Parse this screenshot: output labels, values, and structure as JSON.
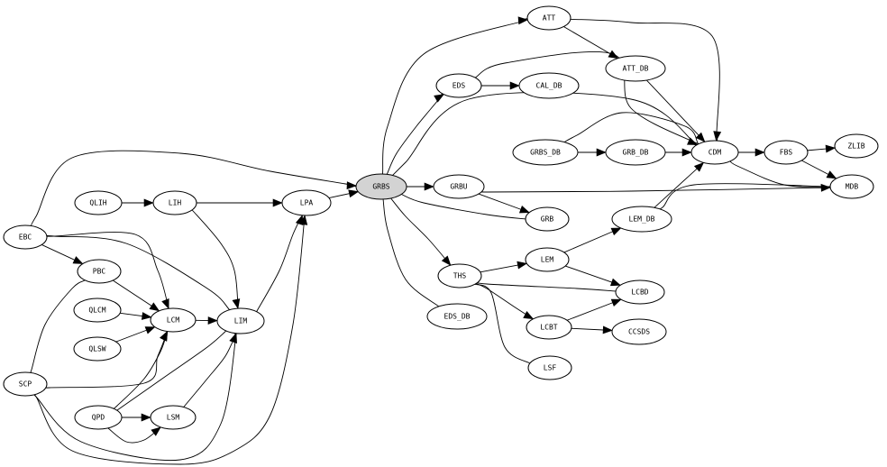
{
  "diagram": {
    "type": "directed-graph",
    "highlight_color": "#d3d3d3",
    "line_color": "#000000",
    "background": "#ffffff",
    "nodes": [
      {
        "id": "GRBS",
        "label": "GRBS",
        "highlighted": true
      },
      {
        "id": "ATT",
        "label": "ATT"
      },
      {
        "id": "ATT_DB",
        "label": "ATT_DB"
      },
      {
        "id": "EDS",
        "label": "EDS"
      },
      {
        "id": "CAL_DB",
        "label": "CAL_DB"
      },
      {
        "id": "GRBS_DB",
        "label": "GRBS_DB"
      },
      {
        "id": "GRB_DB",
        "label": "GRB_DB"
      },
      {
        "id": "CDM",
        "label": "CDM"
      },
      {
        "id": "FBS",
        "label": "FBS"
      },
      {
        "id": "ZLIB",
        "label": "ZLIB"
      },
      {
        "id": "MDB",
        "label": "MDB"
      },
      {
        "id": "GRBU",
        "label": "GRBU"
      },
      {
        "id": "GRB",
        "label": "GRB"
      },
      {
        "id": "LEM_DB",
        "label": "LEM_DB"
      },
      {
        "id": "LEM",
        "label": "LEM"
      },
      {
        "id": "LCBD",
        "label": "LCBD"
      },
      {
        "id": "THS",
        "label": "THS"
      },
      {
        "id": "LCBT",
        "label": "LCBT"
      },
      {
        "id": "CCSDS",
        "label": "CCSDS"
      },
      {
        "id": "LSF",
        "label": "LSF"
      },
      {
        "id": "EDS_DB",
        "label": "EDS_DB"
      },
      {
        "id": "LPA",
        "label": "LPA"
      },
      {
        "id": "QLIH",
        "label": "QLIH"
      },
      {
        "id": "LIH",
        "label": "LIH"
      },
      {
        "id": "EBC",
        "label": "EBC"
      },
      {
        "id": "PBC",
        "label": "PBC"
      },
      {
        "id": "QLCM",
        "label": "QLCM"
      },
      {
        "id": "LCM",
        "label": "LCM"
      },
      {
        "id": "LIM",
        "label": "LIM"
      },
      {
        "id": "QLSW",
        "label": "QLSW"
      },
      {
        "id": "SCP",
        "label": "SCP"
      },
      {
        "id": "QPD",
        "label": "QPD"
      },
      {
        "id": "LSM",
        "label": "LSM"
      }
    ],
    "edges": [
      {
        "from": "GRBS",
        "to": "ATT"
      },
      {
        "from": "GRBS",
        "to": "EDS"
      },
      {
        "from": "GRBS",
        "to": "CDM"
      },
      {
        "from": "GRBS",
        "to": "GRBU"
      },
      {
        "from": "GRBS",
        "to": "GRB"
      },
      {
        "from": "GRBS",
        "to": "THS"
      },
      {
        "from": "GRBS",
        "to": "EDS_DB"
      },
      {
        "from": "ATT",
        "to": "ATT_DB"
      },
      {
        "from": "ATT",
        "to": "CDM"
      },
      {
        "from": "ATT_DB",
        "to": "CDM"
      },
      {
        "from": "EDS",
        "to": "CAL_DB"
      },
      {
        "from": "EDS",
        "to": "CDM"
      },
      {
        "from": "GRBS_DB",
        "to": "GRB_DB"
      },
      {
        "from": "GRBS_DB",
        "to": "CDM"
      },
      {
        "from": "GRB_DB",
        "to": "CDM"
      },
      {
        "from": "CDM",
        "to": "FBS"
      },
      {
        "from": "CDM",
        "to": "MDB"
      },
      {
        "from": "FBS",
        "to": "ZLIB"
      },
      {
        "from": "FBS",
        "to": "MDB"
      },
      {
        "from": "GRBU",
        "to": "GRB"
      },
      {
        "from": "GRBU",
        "to": "MDB"
      },
      {
        "from": "LEM_DB",
        "to": "CDM"
      },
      {
        "from": "LEM_DB",
        "to": "MDB"
      },
      {
        "from": "LEM",
        "to": "LEM_DB"
      },
      {
        "from": "LEM",
        "to": "LCBD"
      },
      {
        "from": "THS",
        "to": "LEM"
      },
      {
        "from": "THS",
        "to": "LCBD"
      },
      {
        "from": "THS",
        "to": "LCBT"
      },
      {
        "from": "THS",
        "to": "LSF"
      },
      {
        "from": "LCBT",
        "to": "LCBD"
      },
      {
        "from": "LCBT",
        "to": "CCSDS"
      },
      {
        "from": "LPA",
        "to": "GRBS"
      },
      {
        "from": "QLIH",
        "to": "LIH"
      },
      {
        "from": "LIH",
        "to": "LPA"
      },
      {
        "from": "LIH",
        "to": "LIM"
      },
      {
        "from": "EBC",
        "to": "GRBS"
      },
      {
        "from": "EBC",
        "to": "PBC"
      },
      {
        "from": "EBC",
        "to": "LCM"
      },
      {
        "from": "EBC",
        "to": "LIM"
      },
      {
        "from": "PBC",
        "to": "LCM"
      },
      {
        "from": "QLCM",
        "to": "LCM"
      },
      {
        "from": "LCM",
        "to": "LIM"
      },
      {
        "from": "LIM",
        "to": "LPA"
      },
      {
        "from": "QLSW",
        "to": "LCM"
      },
      {
        "from": "SCP",
        "to": "PBC"
      },
      {
        "from": "SCP",
        "to": "LCM"
      },
      {
        "from": "SCP",
        "to": "LPA"
      },
      {
        "from": "SCP",
        "to": "LIM"
      },
      {
        "from": "QPD",
        "to": "LSM"
      },
      {
        "from": "QPD",
        "to": "LCM"
      },
      {
        "from": "QPD",
        "to": "LIM"
      },
      {
        "from": "QPD",
        "to": "LSM"
      },
      {
        "from": "LSM",
        "to": "LIM"
      }
    ]
  }
}
